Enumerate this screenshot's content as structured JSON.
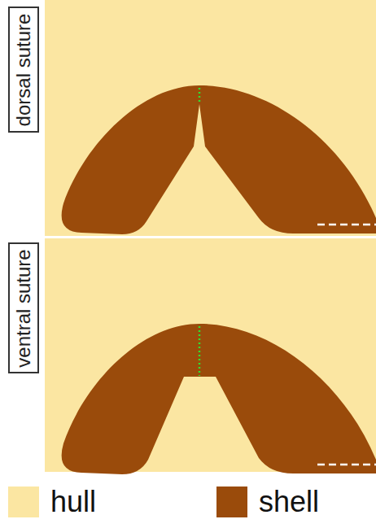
{
  "diagram": {
    "nodes": [
      {
        "text": [
          "dorsal suture"
        ]
      },
      {
        "text": [
          "ventral suture"
        ]
      }
    ],
    "legend": [
      {
        "text": "hull",
        "color": "#fbe6a2"
      },
      {
        "text": "shell",
        "color": "#9a4b0b"
      }
    ]
  }
}
